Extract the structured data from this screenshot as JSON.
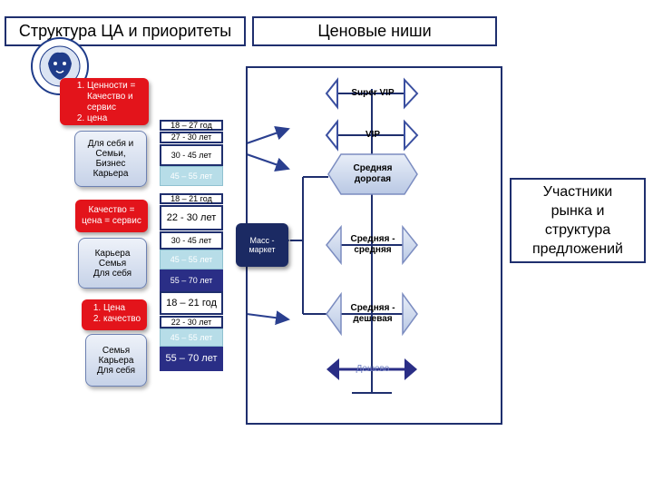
{
  "header": {
    "left_title": "Структура ЦА и приоритеты",
    "right_title": "Ценовые ниши"
  },
  "logo": {
    "icon": "lion-emblem-icon"
  },
  "segments": [
    {
      "priorities": [
        "Ценности = Качество и сервис",
        "цена"
      ],
      "audience": [
        "Для себя и",
        "Семьи,",
        "Бизнес",
        "Карьера"
      ],
      "ages": [
        "18 – 27 год",
        "27 - 30 лет",
        "30 - 45 лет",
        "45 – 55 лет"
      ]
    },
    {
      "priority_text": "Качество = цена = сервис",
      "audience": [
        "Карьера",
        "Семья",
        "Для себя"
      ],
      "ages": [
        "18 – 21 год",
        "22 - 30 лет",
        "30 - 45 лет",
        "45 – 55 лет",
        "55 – 70 лет"
      ]
    },
    {
      "priorities": [
        "Цена",
        "качество"
      ],
      "audience": [
        "Семья",
        "Карьера",
        "Для себя"
      ],
      "ages": [
        "18 – 21 год",
        "22 - 30 лет",
        "45 – 55 лет",
        "55 – 70 лет"
      ]
    }
  ],
  "mass_market": {
    "label": "Масс - маркет"
  },
  "niches": [
    {
      "label": "Super VIP"
    },
    {
      "label": "VIP"
    },
    {
      "label": "Средняя дорогая"
    },
    {
      "label": "Средняя - средняя"
    },
    {
      "label": "Средняя - дешевая"
    },
    {
      "label": "Дешево"
    }
  ],
  "participants": {
    "text": "Участники рынка и структура предложений"
  },
  "colors": {
    "red": "#e3141b",
    "navy": "#1f2f6e",
    "light_blue": "#b7dde8",
    "dark_blue": "#2a2e86"
  }
}
